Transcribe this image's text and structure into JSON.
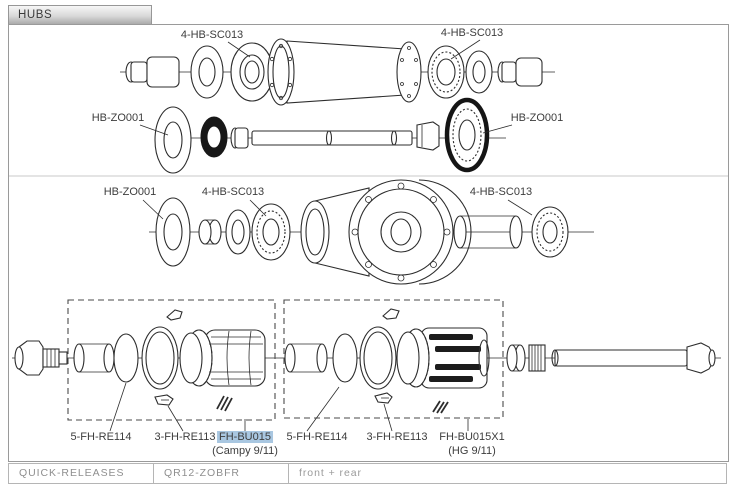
{
  "tab": {
    "label": "HUBS"
  },
  "diagram": {
    "part_labels": [
      {
        "id": "front-left-bearing",
        "text": "4-HB-SC013"
      },
      {
        "id": "front-right-bearing",
        "text": "4-HB-SC013"
      },
      {
        "id": "front-left-washer",
        "text": "HB-ZO001"
      },
      {
        "id": "front-right-washer",
        "text": "HB-ZO001"
      },
      {
        "id": "rear-washer",
        "text": "HB-ZO001"
      },
      {
        "id": "rear-left-bearing",
        "text": "4-HB-SC013"
      },
      {
        "id": "rear-right-bearing",
        "text": "4-HB-SC013"
      },
      {
        "id": "campy-kit-washer",
        "text": "5-FH-RE114"
      },
      {
        "id": "campy-kit-pawls",
        "text": "3-FH-RE113"
      },
      {
        "id": "campy-freehub-body",
        "text": "FH-BU015",
        "highlighted": true,
        "subtext": "(Campy 9/11)"
      },
      {
        "id": "hg-kit-washer",
        "text": "5-FH-RE114"
      },
      {
        "id": "hg-kit-pawls",
        "text": "3-FH-RE113"
      },
      {
        "id": "hg-freehub-body",
        "text": "FH-BU015X1",
        "subtext": "(HG 9/11)"
      }
    ]
  },
  "footer": {
    "cells": [
      {
        "label": "QUICK-RELEASES"
      },
      {
        "label": "QR12-ZOBFR"
      },
      {
        "label": "front + rear"
      }
    ]
  },
  "colors": {
    "highlight": "#a9c7e1",
    "line": "#2d2d2d",
    "border": "#9a9a9a"
  }
}
